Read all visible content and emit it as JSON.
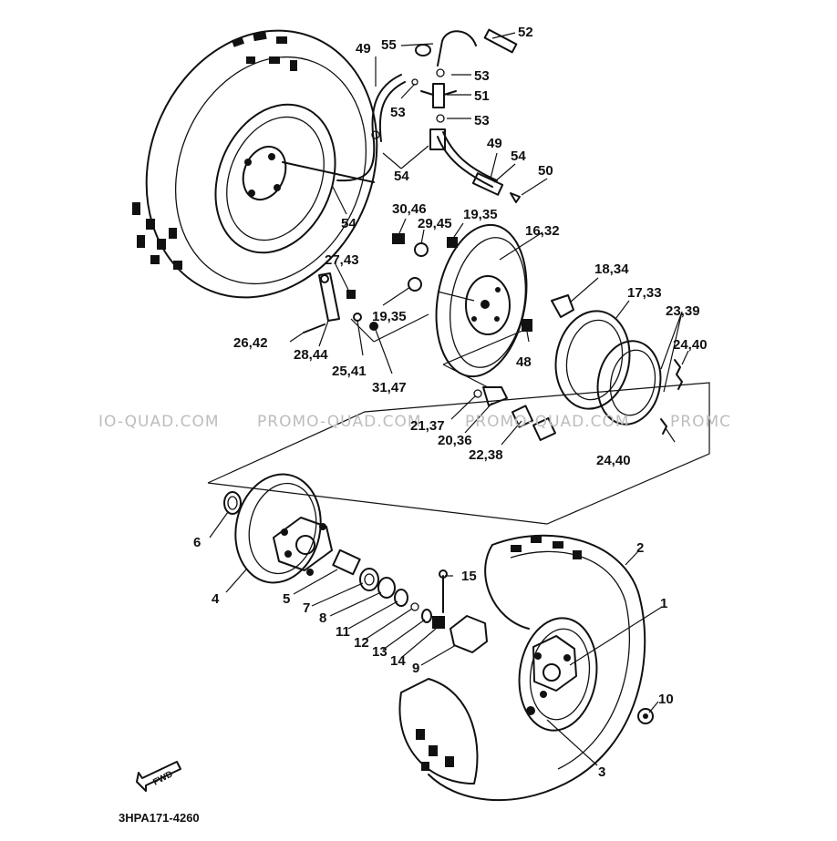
{
  "diagram": {
    "drawing_code": "3HPA171-4260",
    "fwd_label": "FWD",
    "watermarks": [
      "IO-QUAD.COM",
      "PROMO-QUAD.COM",
      "PROMO-QUAD.COM",
      "PROMC"
    ],
    "callouts": {
      "c1": "1",
      "c2": "2",
      "c3": "3",
      "c4": "4",
      "c5": "5",
      "c6": "6",
      "c7": "7",
      "c8": "8",
      "c9": "9",
      "c10": "10",
      "c11": "11",
      "c12": "12",
      "c13": "13",
      "c14": "14",
      "c15": "15",
      "c16_32": "16,32",
      "c17_33": "17,33",
      "c18_34": "18,34",
      "c19_35a": "19,35",
      "c19_35b": "19,35",
      "c20_36": "20,36",
      "c21_37": "21,37",
      "c22_38": "22,38",
      "c23_39": "23,39",
      "c24_40a": "24,40",
      "c24_40b": "24,40",
      "c25_41": "25,41",
      "c26_42": "26,42",
      "c27_43": "27,43",
      "c28_44": "28,44",
      "c29_45": "29,45",
      "c30_46": "30,46",
      "c31_47": "31,47",
      "c48": "48",
      "c49a": "49",
      "c49b": "49",
      "c50": "50",
      "c51": "51",
      "c52": "52",
      "c53a": "53",
      "c53b": "53",
      "c53c": "53",
      "c54a": "54",
      "c54b": "54",
      "c54c": "54",
      "c55": "55"
    }
  }
}
